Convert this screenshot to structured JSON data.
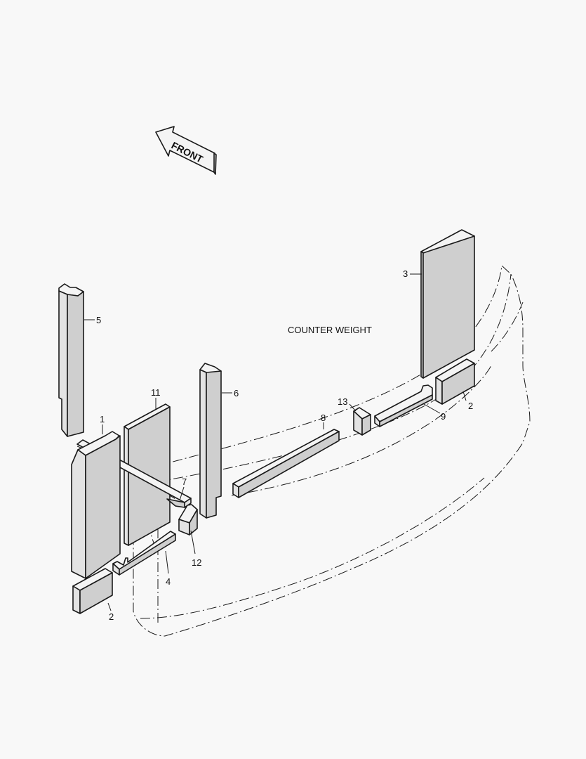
{
  "diagram": {
    "title": "COUNTER WEIGHT",
    "front_label": "FRONT",
    "callouts": {
      "p1": "1",
      "p2a": "2",
      "p2b": "2",
      "p3": "3",
      "p4": "4",
      "p5": "5",
      "p6": "6",
      "p7": "7",
      "p8": "8",
      "p9": "9",
      "p11": "11",
      "p12": "12",
      "p13": "13"
    }
  }
}
